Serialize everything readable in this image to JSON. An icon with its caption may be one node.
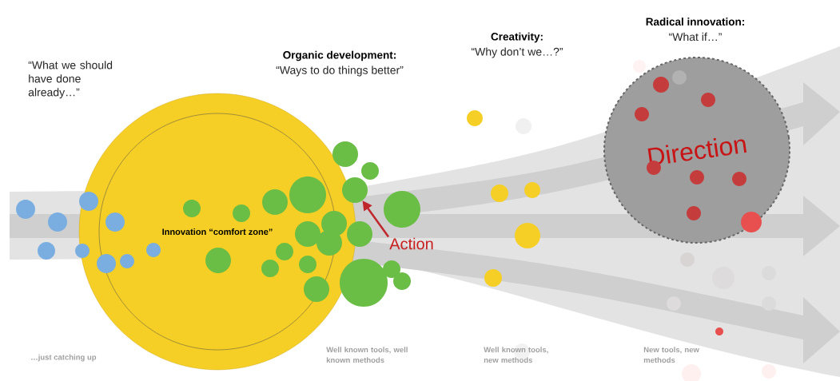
{
  "diagram": {
    "nodes": [
      {
        "text": [
          "Innovation “comfort zone”"
        ]
      },
      {
        "text": [
          "Direction"
        ]
      },
      {
        "text": [
          "Action"
        ]
      },
      {
        "text": [],
        "shape": "circle"
      }
    ],
    "edges": [
      {
        "from": 2,
        "to": 3,
        "arrow": "to",
        "color": "#c0272d"
      }
    ],
    "labels": [
      "“What we should have done already…”",
      "Radical innovation:",
      "“What if…”",
      "Organic development:",
      "“Ways to do things better”",
      "Creativity:",
      "“Why don’t we…?”",
      "…just catching up",
      "Well known tools, well known methods",
      "Well known tools, new methods",
      "New tools, new methods"
    ]
  }
}
